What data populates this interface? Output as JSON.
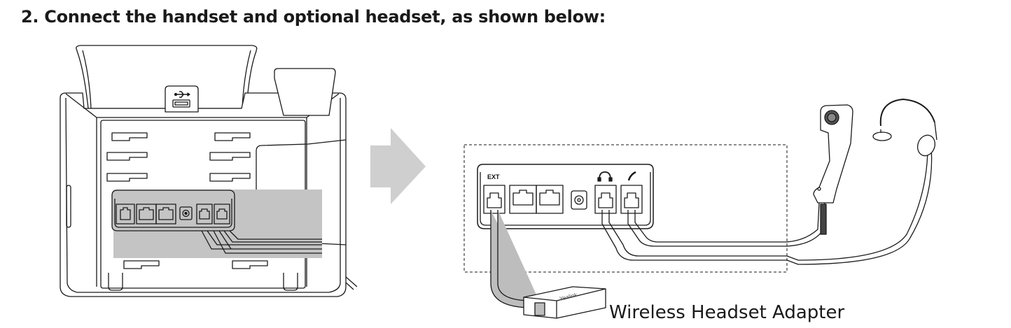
{
  "heading": "2. Connect the handset and optional headset, as shown below:",
  "figure": {
    "phone_rear_view": {
      "ports": [
        "ext-port",
        "internet-port",
        "pc-port",
        "dc-power-port",
        "headset-port",
        "handset-port"
      ],
      "icons": [
        "usb-icon"
      ]
    },
    "arrow": "arrow-right-icon",
    "port_panel_zoom": {
      "ext_label": "EXT",
      "icons": [
        "headset-icon",
        "handset-icon"
      ]
    },
    "accessories": [
      "handset",
      "headset"
    ],
    "adapter": {
      "brand": "Yealink",
      "caption": "Wireless Headset Adapter"
    },
    "colors": {
      "line": "#1a1a1a",
      "cable_fill": "#bdbdbd",
      "highlight": "#c4c4c4",
      "arrow": "#cfcfcf"
    }
  }
}
